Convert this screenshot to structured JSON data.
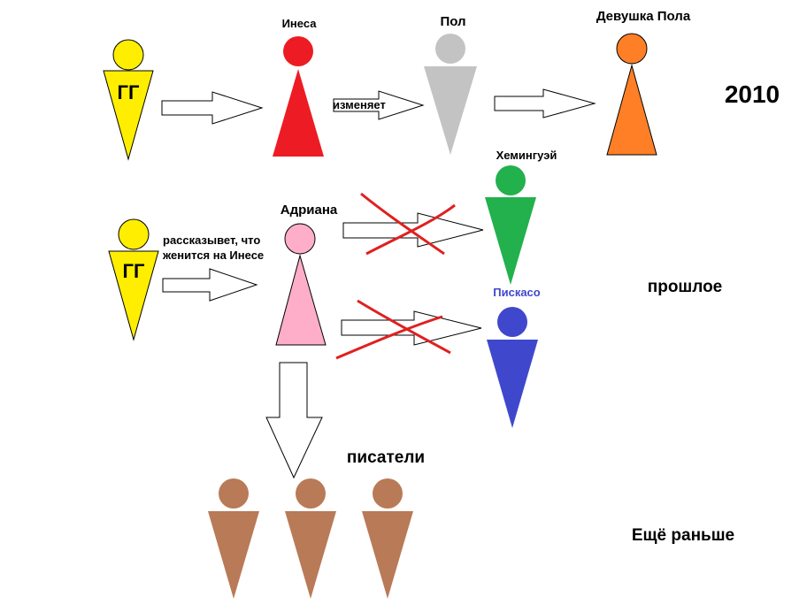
{
  "figures": {
    "gg_top": {
      "badge": "ГГ"
    },
    "inesa": {
      "name": "Инеса"
    },
    "pol": {
      "name": "Пол"
    },
    "girl_pol": {
      "name": "Девушка Пола"
    },
    "gg_mid": {
      "badge": "ГГ"
    },
    "adriana": {
      "name": "Адриана"
    },
    "hemingway": {
      "name": "Хемингуэй"
    },
    "picasso": {
      "name": "Пискасо"
    }
  },
  "arrows": {
    "changes_label": "изменяет",
    "tells_line1": "рассказывет, что",
    "tells_line2": "женится на Инесе"
  },
  "labels": {
    "year": "2010",
    "past": "прошлое",
    "writers": "писатели",
    "even_earlier": "Ещё раньше"
  },
  "colors": {
    "gg": "#ffee00",
    "inesa": "#ed1c24",
    "pol": "#c3c3c3",
    "girl_pol": "#ff7f27",
    "adriana": "#ffaec9",
    "hemingway": "#22b14c",
    "picasso": "#3f48cc",
    "writers": "#b97a57",
    "cross": "#e02020",
    "picasso_label": "#3f48cc"
  }
}
